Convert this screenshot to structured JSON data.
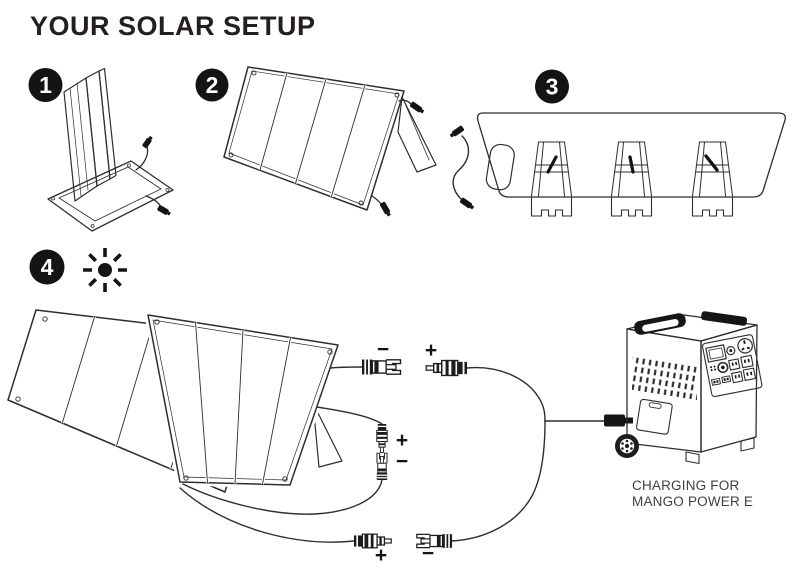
{
  "title": "YOUR SOLAR SETUP",
  "steps": [
    {
      "number": "1"
    },
    {
      "number": "2"
    },
    {
      "number": "3"
    },
    {
      "number": "4"
    }
  ],
  "connections": {
    "pair1": {
      "left": "−",
      "right": "+"
    },
    "pair2": {
      "top": "+",
      "bottom": "−"
    },
    "pair3": {
      "left": "+",
      "right": "−"
    }
  },
  "caption": {
    "line1": "CHARGING FOR",
    "line2": "MANGO POWER E"
  },
  "colors": {
    "ink": "#231f20",
    "line": "#2e2e2e",
    "background": "#ffffff"
  }
}
